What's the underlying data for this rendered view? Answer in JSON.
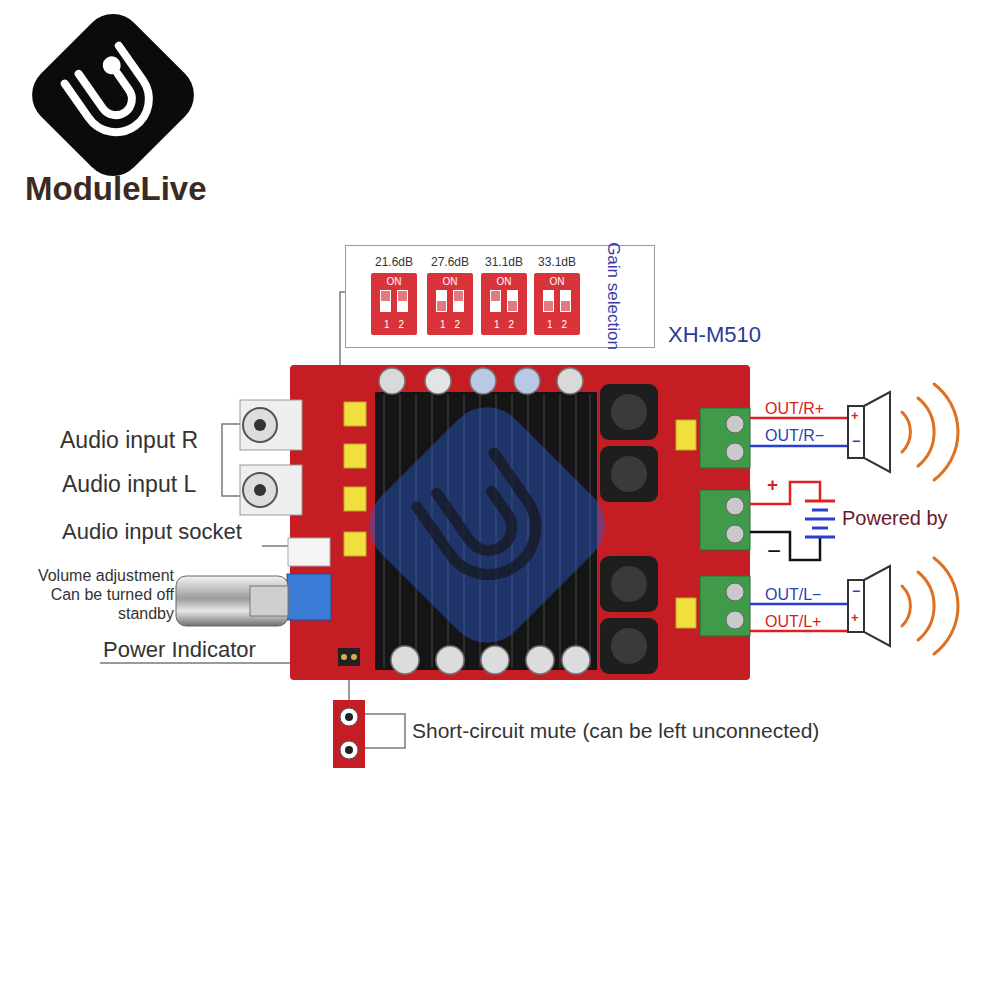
{
  "diagram": {
    "nodes": [
      {
        "text": [
          "Gain selection"
        ]
      },
      {
        "text": [
          "21.6dB",
          "ON",
          "1 2"
        ],
        "in": 0
      },
      {
        "text": [
          "27.6dB",
          "ON",
          "1 2"
        ],
        "in": 0
      },
      {
        "text": [
          "31.1dB",
          "ON",
          "1 2"
        ],
        "in": 0
      },
      {
        "text": [
          "33.1dB",
          "ON",
          "1 2"
        ],
        "in": 0
      }
    ],
    "labels": [
      "ModuleLive",
      "XH-M510",
      "Audio input R",
      "Audio input L",
      "Audio input socket",
      "Volume adjustment Can be turned off standby",
      "Power Indicator",
      "Short-circuit mute (can be left unconnected)",
      "OUT/R+",
      "OUT/R−",
      "+",
      "−",
      "Powered by",
      "OUT/L−",
      "OUT/L+",
      "+",
      "−",
      "−",
      "+"
    ]
  }
}
